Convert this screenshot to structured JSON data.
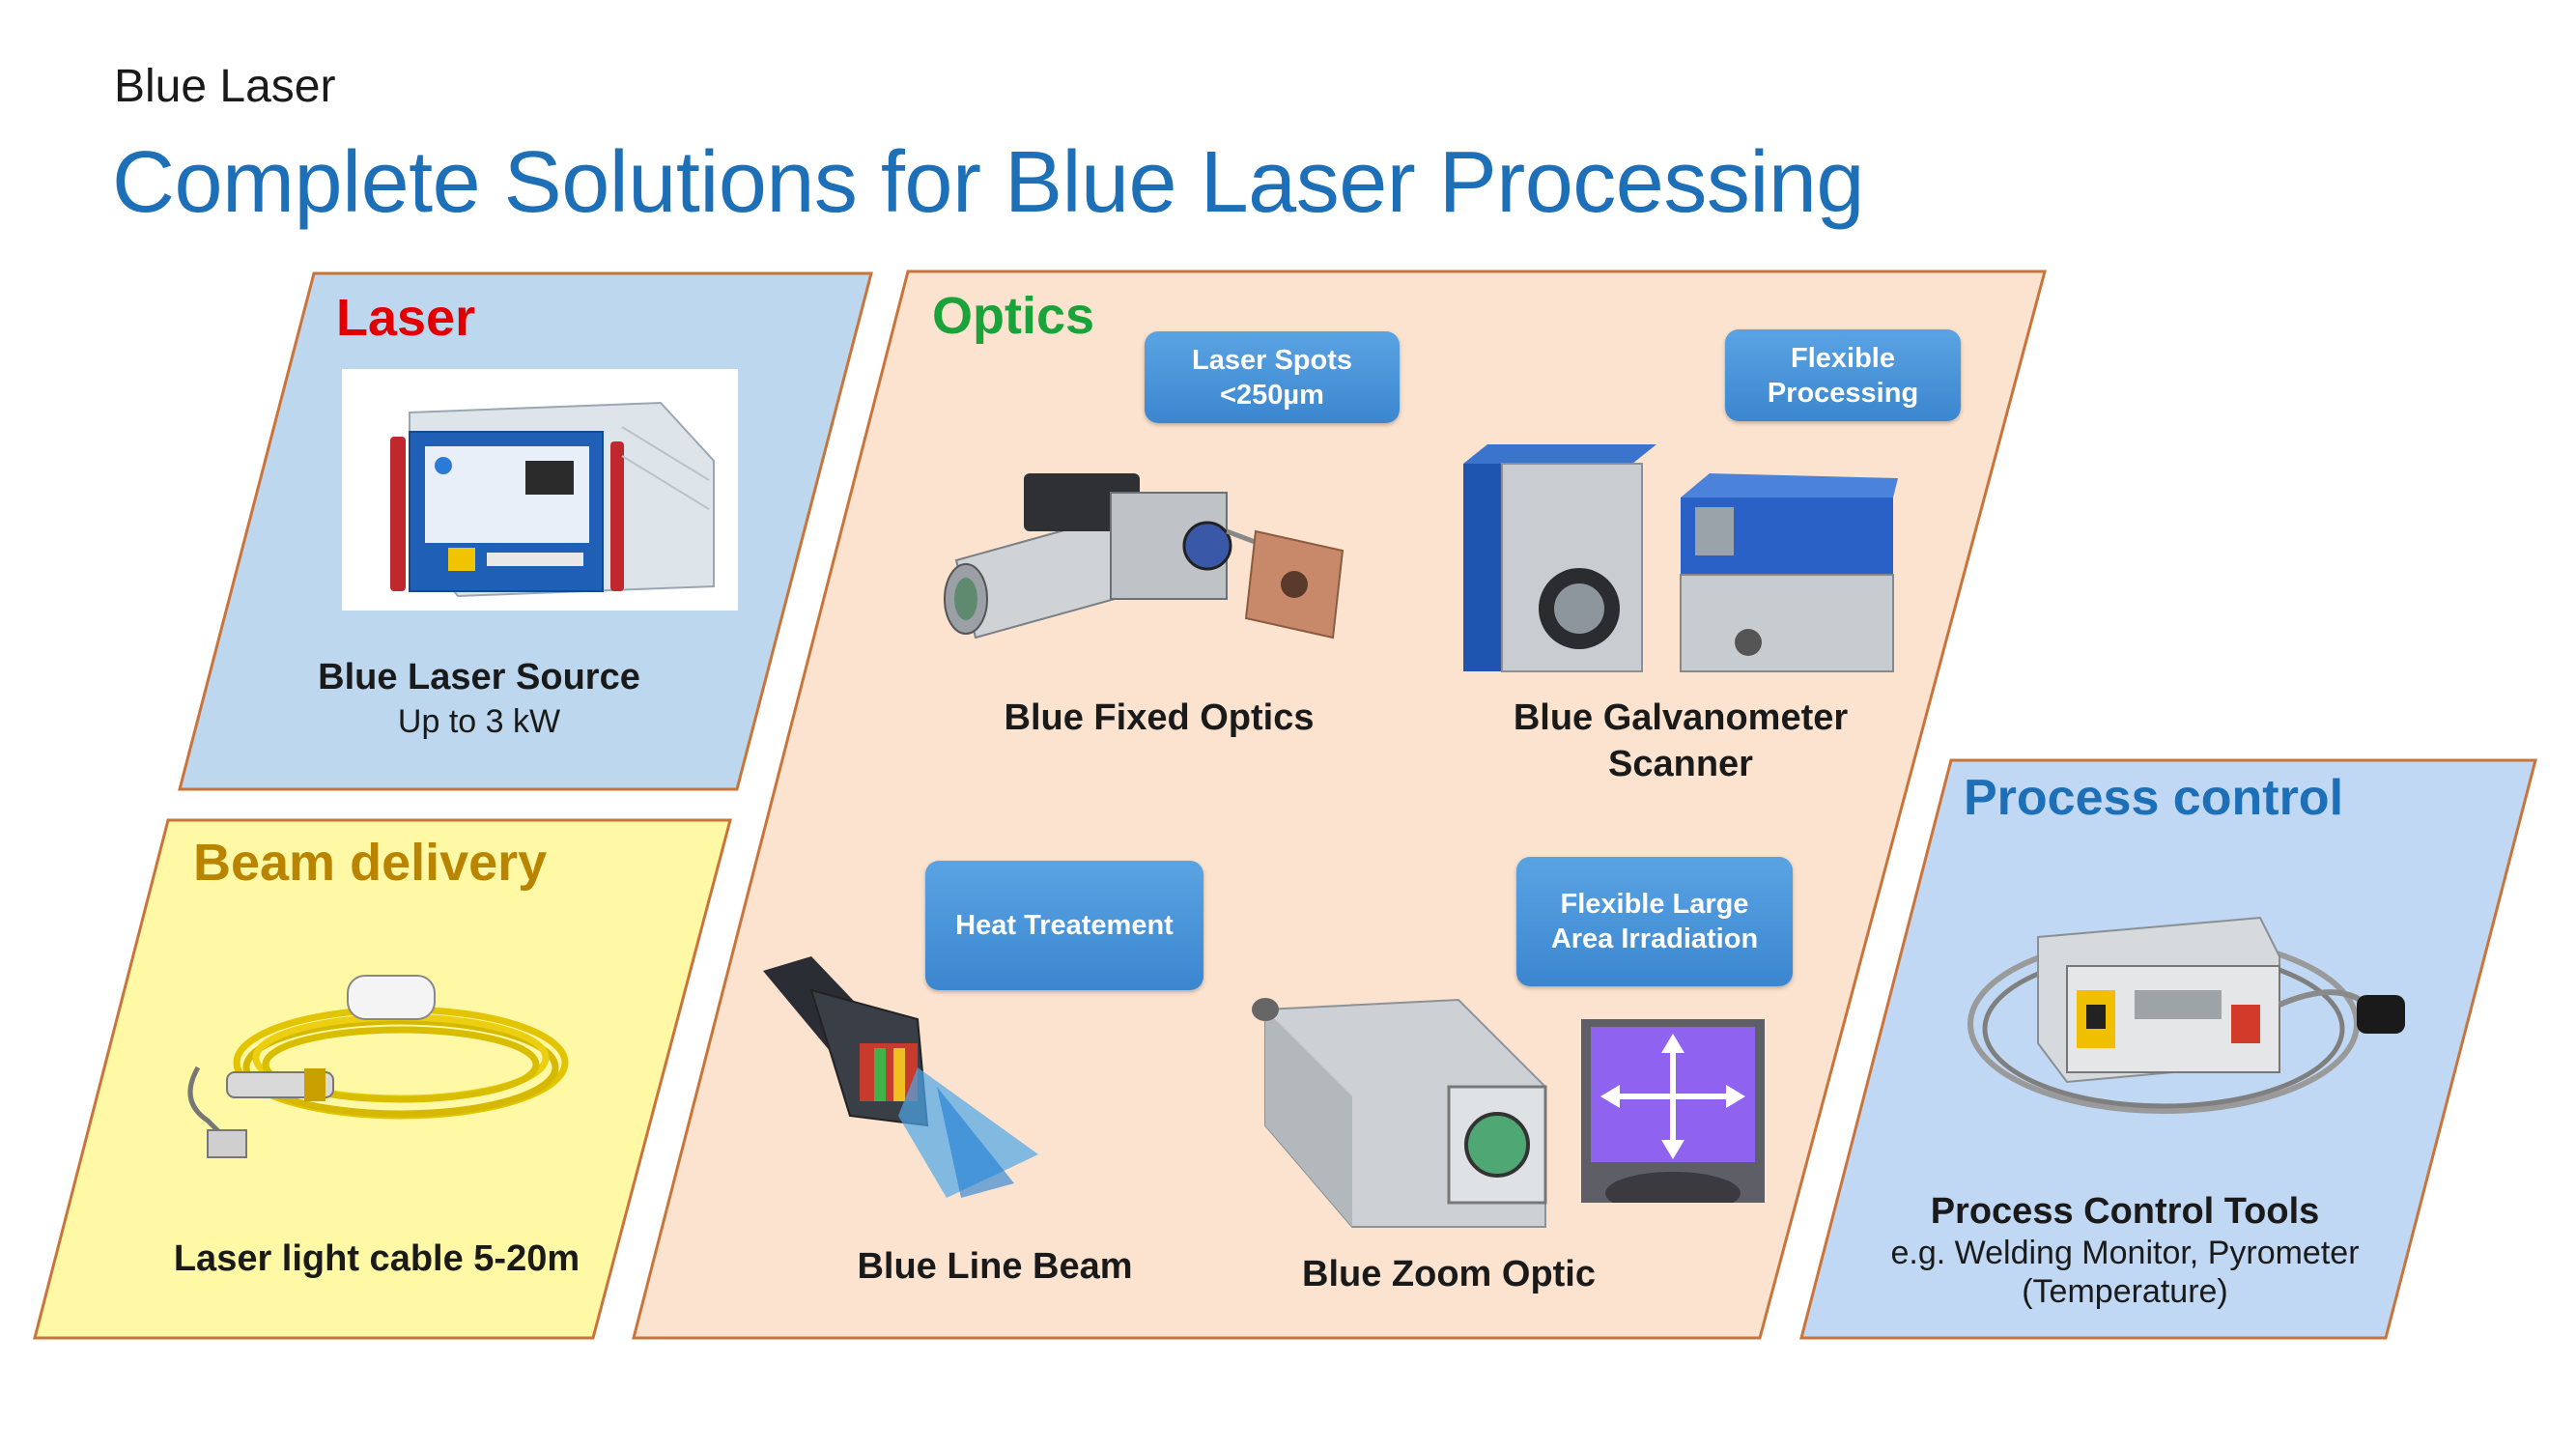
{
  "header": {
    "kicker": "Blue Laser",
    "title": "Complete Solutions for Blue Laser Processing"
  },
  "colors": {
    "title": "#1d6fb8",
    "laser_panel": "#bdd7ee",
    "beam_panel": "#fff9a6",
    "optics_panel": "#fbe3cf",
    "process_panel": "#c0d8f3",
    "panel_border": "#c8743a",
    "laser_heading": "#e00000",
    "optics_heading": "#19a33a",
    "beam_heading": "#b98400",
    "process_heading": "#1d6fb8",
    "tag": "#4a96da"
  },
  "laser": {
    "heading": "Laser",
    "caption": "Blue Laser Source",
    "sub": "Up to 3 kW",
    "image_icon": "laser-source-unit-icon"
  },
  "beam": {
    "heading": "Beam delivery",
    "caption": "Laser light cable 5-20m",
    "image_icon": "fiber-cable-coil-icon"
  },
  "optics": {
    "heading": "Optics",
    "tags": {
      "spots": "Laser Spots\n<250µm",
      "flexible": "Flexible\nProcessing",
      "heat": "Heat Treatement",
      "large_area": "Flexible Large\nArea Irradiation"
    },
    "fixed": {
      "caption": "Blue Fixed Optics",
      "image_icon": "fixed-optics-head-icon"
    },
    "galvo": {
      "caption_line1": "Blue Galvanometer",
      "caption_line2": "Scanner",
      "image_icon": "galvo-scanner-icon"
    },
    "line": {
      "caption": "Blue Line Beam",
      "image_icon": "line-beam-optic-icon"
    },
    "zoom": {
      "caption": "Blue Zoom Optic",
      "image_icon": "zoom-optic-icon"
    }
  },
  "process": {
    "heading": "Process control",
    "caption": "Process Control Tools",
    "sub_line1": "e.g. Welding Monitor, Pyrometer",
    "sub_line2": "(Temperature)",
    "image_icon": "process-monitor-unit-icon"
  }
}
